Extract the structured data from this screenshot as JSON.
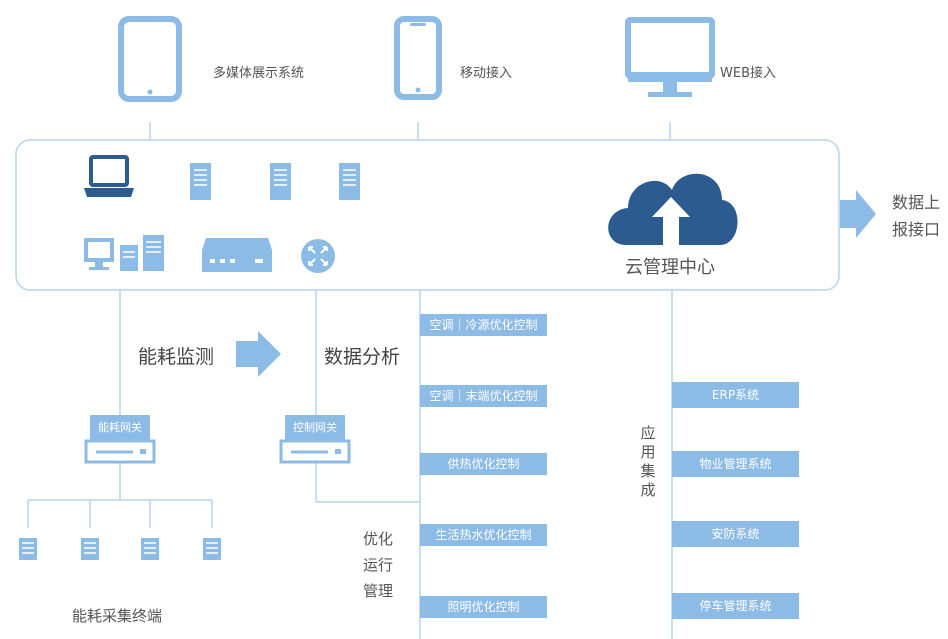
{
  "colors": {
    "accent": "#8cbbe6",
    "dark": "#2b5b8f",
    "line": "#b9d3ea"
  },
  "devices": [
    {
      "icon": "tablet-icon",
      "label": "多媒体展示系统"
    },
    {
      "icon": "mobile-phone-icon",
      "label": "移动接入"
    },
    {
      "icon": "monitor-icon",
      "label": "WEB接入"
    }
  ],
  "cloud": {
    "label": "云管理中心"
  },
  "data_report": "数据上报接口",
  "energy_monitor": "能耗监测",
  "data_analysis": "数据分析",
  "gateways": {
    "energy": "能耗网关",
    "control": "控制网关"
  },
  "terminals_label": "能耗采集终端",
  "optimize_label": "优化运行管理",
  "optimize_boxes": [
    "空调｜冷源优化控制",
    "空调｜末端优化控制",
    "供热优化控制",
    "生活热水优化控制",
    "照明优化控制"
  ],
  "app_label": "应用集成",
  "app_boxes": [
    "ERP系统",
    "物业管理系统",
    "安防系统",
    "停车管理系统"
  ]
}
